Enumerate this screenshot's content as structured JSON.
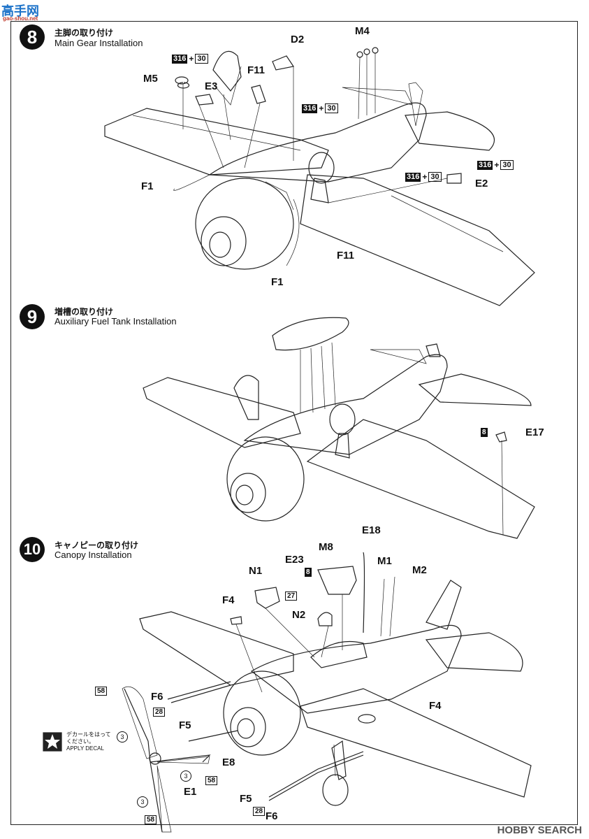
{
  "watermark": {
    "site": "高手网",
    "site_url": "gao-shou.net",
    "bottom": "HOBBY SEARCH"
  },
  "steps": [
    {
      "number": "8",
      "title_jp": "主脚の取り付け",
      "title_en": "Main Gear Installation"
    },
    {
      "number": "9",
      "title_jp": "増槽の取り付け",
      "title_en": "Auxiliary Fuel Tank Installation"
    },
    {
      "number": "10",
      "title_jp": "キャノピーの取り付け",
      "title_en": "Canopy Installation"
    }
  ],
  "step8_labels": {
    "m5": "M5",
    "e3": "E3",
    "f11_top": "F11",
    "d2": "D2",
    "m4": "M4",
    "f1_left": "F1",
    "f1_bottom": "F1",
    "f11_bottom": "F11",
    "e2": "E2"
  },
  "paint_code": {
    "a": "316",
    "plus": "+",
    "b": "30"
  },
  "step9_labels": {
    "e17": "E17",
    "e17_paint": "8"
  },
  "step10_labels": {
    "n1": "N1",
    "e23": "E23",
    "e23_paint": "8",
    "e23_paint2": "27",
    "m8": "M8",
    "e18": "E18",
    "m1": "M1",
    "m2": "M2",
    "n2": "N2",
    "f4_top": "F4",
    "f4_right": "F4",
    "f6_top": "F6",
    "f5_top": "F5",
    "e8": "E8",
    "e1": "E1",
    "f5_bottom": "F5",
    "f6_bottom": "F6",
    "p58a": "58",
    "p28a": "28",
    "p3a": "3",
    "p3b": "3",
    "p3c": "3",
    "p58b": "58",
    "p58c": "58",
    "p28b": "28"
  },
  "decal": {
    "jp1": "デカールをはって",
    "jp2": "ください。",
    "en": "APPLY DECAL"
  }
}
